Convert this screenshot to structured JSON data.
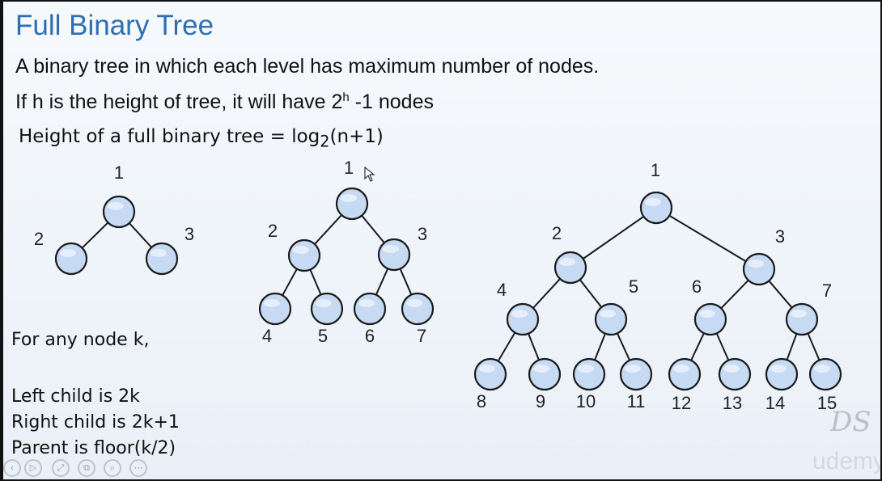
{
  "title": "Full Binary Tree",
  "line1": "A binary tree in which each level has maximum number of nodes.",
  "line2": {
    "pre": "If h is the height of tree, it will have 2",
    "sup": "h",
    "post": " -1 nodes"
  },
  "line3": {
    "pre": "Height of a full binary tree = log",
    "sub": "2",
    "post": "(n+1)"
  },
  "trees": [
    {
      "labels": [
        "1",
        "2",
        "3"
      ]
    },
    {
      "labels": [
        "1",
        "2",
        "3",
        "4",
        "5",
        "6",
        "7"
      ]
    },
    {
      "labels": [
        "1",
        "2",
        "3",
        "4",
        "5",
        "6",
        "7",
        "8",
        "9",
        "10",
        "11",
        "12",
        "13",
        "14",
        "15"
      ]
    }
  ],
  "notes": {
    "intro": "For any node k,",
    "left": "Left child is 2k",
    "right": "Right child is 2k+1",
    "parent": "Parent is floor(k/2)"
  },
  "watermarks": {
    "ds": "DS",
    "brand": "udemy"
  },
  "colors": {
    "title": "#2f6fb0",
    "node_fill": "#c6daf4",
    "node_stroke": "#1a1a1a"
  },
  "icons": [
    "circle-left-icon",
    "play-icon",
    "expand-icon",
    "copy-icon",
    "zoom-icon",
    "more-icon"
  ]
}
